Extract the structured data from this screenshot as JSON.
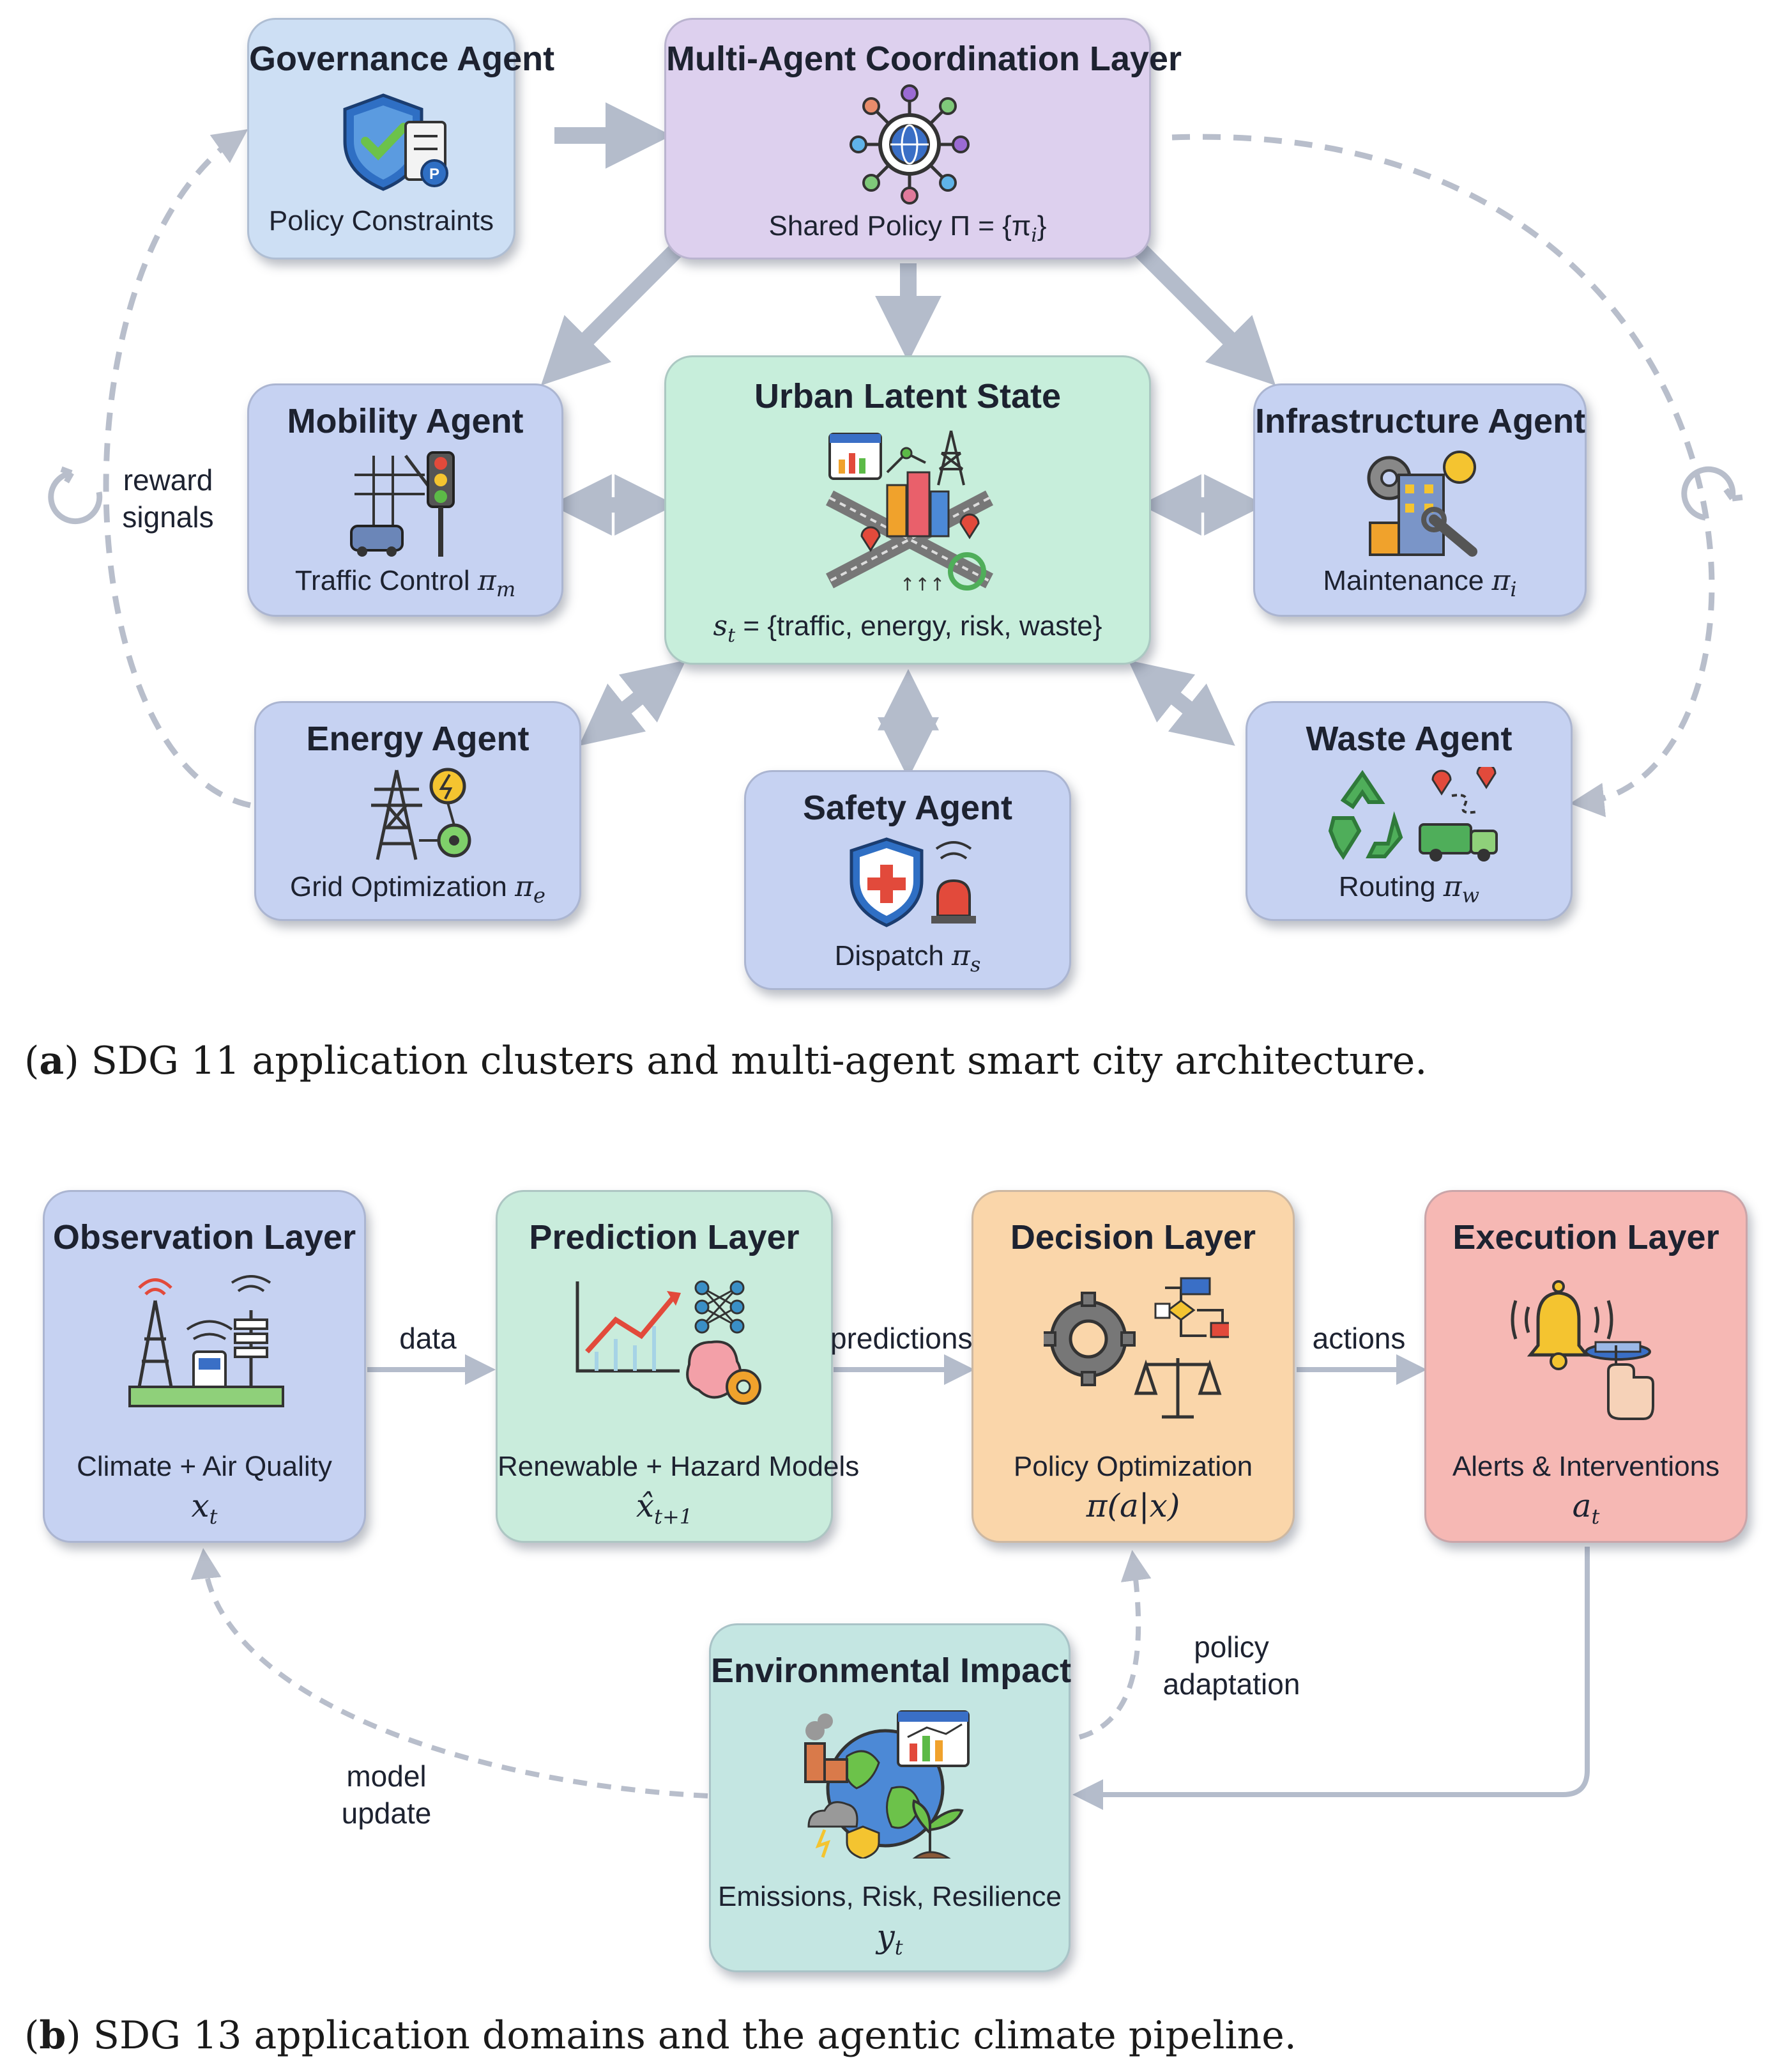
{
  "panel_a": {
    "governance": {
      "title": "Governance Agent",
      "sub": "Policy Constraints"
    },
    "coordination": {
      "title": "Multi-Agent Coordination Layer",
      "sub": "Shared Policy Π = {π",
      "sub_idx": "i",
      "sub_end": "}"
    },
    "mobility": {
      "title": "Mobility Agent",
      "sub": "Traffic Control ",
      "sym": "π",
      "idx": "m"
    },
    "urban": {
      "title": "Urban Latent State",
      "sub_pre": "s",
      "sub_idx": "t",
      "sub_rest": " = {traffic, energy, risk, waste}"
    },
    "infrastructure": {
      "title": "Infrastructure Agent",
      "sub": "Maintenance ",
      "sym": "π",
      "idx": "i"
    },
    "energy": {
      "title": "Energy Agent",
      "sub": "Grid Optimization ",
      "sym": "π",
      "idx": "e"
    },
    "safety": {
      "title": "Safety Agent",
      "sub": "Dispatch ",
      "sym": "π",
      "idx": "s"
    },
    "waste": {
      "title": "Waste Agent",
      "sub": "Routing ",
      "sym": "π",
      "idx": "w"
    },
    "reward_label_1": "reward",
    "reward_label_2": "signals",
    "caption_label": "a",
    "caption_text": " SDG 11 application clusters and multi-agent smart city architecture."
  },
  "panel_b": {
    "observation": {
      "title": "Observation Layer",
      "sub": "Climate + Air Quality",
      "math": "x",
      "math_idx": "t"
    },
    "prediction": {
      "title": "Prediction Layer",
      "sub": "Renewable + Hazard Models",
      "math": "x̂",
      "math_idx": "t+1"
    },
    "decision": {
      "title": "Decision Layer",
      "sub": "Policy Optimization",
      "math": "π(a|x)"
    },
    "execution": {
      "title": "Execution Layer",
      "sub": "Alerts & Interventions",
      "math": "a",
      "math_idx": "t"
    },
    "impact": {
      "title": "Environmental Impact",
      "sub": "Emissions, Risk, Resilience",
      "math": "y",
      "math_idx": "t"
    },
    "edge_data": "data",
    "edge_predictions": "predictions",
    "edge_actions": "actions",
    "edge_policy_1": "policy",
    "edge_policy_2": "adaptation",
    "edge_model_1": "model",
    "edge_model_2": "update",
    "caption_label": "b",
    "caption_text": " SDG 13 application domains and the agentic climate pipeline."
  },
  "colors": {
    "arrow": "#b4bccb",
    "dashed": "#b8becb",
    "agent_blue": "#c6d2f2",
    "coordination": "#ddd0ee",
    "urban": "#c7eedb",
    "prediction": "#c9ecdc",
    "decision": "#fad6aa",
    "execution": "#f6b8b4",
    "impact": "#c4e6e2"
  }
}
